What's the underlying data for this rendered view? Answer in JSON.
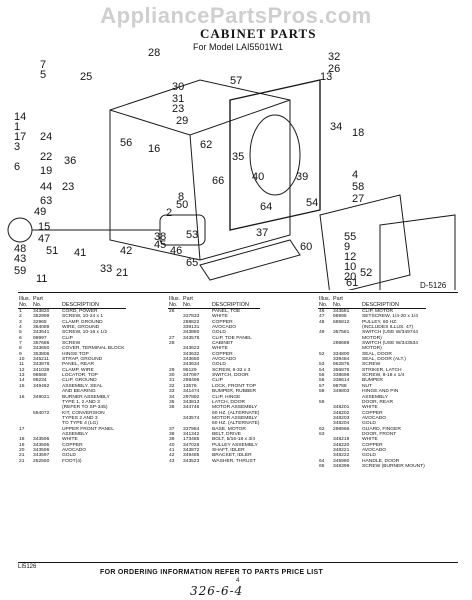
{
  "watermark": "AppliancePartsPros.com",
  "title": "CABINET PARTS",
  "subtitle": "For Model LAI5501W1",
  "figure_code": "D-5126",
  "callouts": [
    "28",
    "7",
    "5",
    "25",
    "30",
    "31",
    "23",
    "29",
    "32",
    "13",
    "26",
    "57",
    "14",
    "34",
    "1",
    "17",
    "16",
    "3",
    "22",
    "36",
    "19",
    "18",
    "62",
    "4",
    "66",
    "56",
    "58",
    "27",
    "6",
    "23",
    "49",
    "8",
    "50",
    "2",
    "15",
    "48",
    "38",
    "45",
    "47",
    "51",
    "37",
    "43",
    "65",
    "60",
    "55",
    "9",
    "12",
    "33",
    "21",
    "11",
    "59",
    "10",
    "20",
    "52",
    "64",
    "54",
    "53",
    "40",
    "41",
    "42",
    "46",
    "39",
    "44",
    "35",
    "61",
    "24",
    "63"
  ],
  "headers": {
    "illus": "Illus.",
    "no": "No.",
    "part": "Part",
    "part_no": "No.",
    "desc": "DESCRIPTION"
  },
  "col1": [
    [
      "1",
      "343820",
      "CORD, POWER"
    ],
    [
      "2",
      "352999",
      "SCREW, 10-24 x 1"
    ],
    [
      "3",
      "32965",
      "CLAMP, GROUND"
    ],
    [
      "4",
      "364089",
      "WIRE, GROUND"
    ],
    [
      "5",
      "343641",
      "SCREW, 10-16 x 1/2"
    ],
    [
      "6",
      "98997",
      "CLIP"
    ],
    [
      "7",
      "357686",
      "SCREW"
    ],
    [
      "8",
      "343650",
      "COVER, TERMINAL BLOCK"
    ],
    [
      "9",
      "353806",
      "HINGE TOP"
    ],
    [
      "10",
      "345211",
      "STRAP, GROUND"
    ],
    [
      "11",
      "343878",
      "PANEL, REAR"
    ],
    [
      "12",
      "341039",
      "CLAMP, WIRE"
    ],
    [
      "13",
      "98668",
      "LOCATOR, TOP"
    ],
    [
      "14",
      "98234",
      "CLIP, GROUND"
    ],
    [
      "15",
      "349462",
      "ASSEMBLY, SEAL"
    ],
    [
      "",
      "",
      "AND BEARING"
    ],
    [
      "16",
      "349021",
      "BURNER ASSEMBLY"
    ],
    [
      "",
      "",
      "TYPE 1, 2 AND 3"
    ],
    [
      "",
      "",
      "(REFER TO SP-345)"
    ],
    [
      "",
      "594072",
      "KIT, CONVERSION"
    ],
    [
      "",
      "",
      "TYPES 2 AND 3"
    ],
    [
      "",
      "",
      "TO TYPE 4 (LG)"
    ],
    [
      "17",
      "",
      "UPPER FRONT PANEL"
    ],
    [
      "",
      "",
      "ASSEMBLY"
    ],
    [
      "18",
      "343596",
      "WHITE"
    ],
    [
      "19",
      "343595",
      "COPPER"
    ],
    [
      "20",
      "343596",
      "AVOCADO"
    ],
    [
      "21",
      "343597",
      "GOLD"
    ],
    [
      "21",
      "252550",
      "FOOT(4)"
    ]
  ],
  "col2": [
    [
      "26",
      "",
      "PANEL, TOE"
    ],
    [
      "",
      "337833",
      "WHITE"
    ],
    [
      "",
      "298822",
      "COPPER"
    ],
    [
      "",
      "339131",
      "AVOCADO"
    ],
    [
      "",
      "343880",
      "GOLD"
    ],
    [
      "27",
      "343578",
      "CLIP, TOE PANEL"
    ],
    [
      "28",
      "",
      "CABINET"
    ],
    [
      "",
      "343623",
      "WHITE"
    ],
    [
      "",
      "343632",
      "COPPER"
    ],
    [
      "",
      "343650",
      "AVOCADO"
    ],
    [
      "",
      "343634",
      "GOLD"
    ],
    [
      "29",
      "95129",
      "SCREW, 6-32 x 3"
    ],
    [
      "30",
      "347097",
      "SWITCH, DOOR"
    ],
    [
      "31",
      "298496",
      "CLIP"
    ],
    [
      "32",
      "13576",
      "LOCK, FRONT TOP"
    ],
    [
      "33",
      "341474",
      "BUMPER, RUBBER"
    ],
    [
      "34",
      "297892",
      "CLIP, HINGE"
    ],
    [
      "35",
      "343813",
      "LATCH, DOOR"
    ],
    [
      "36",
      "344746",
      "MOTOR ASSEMBLY"
    ],
    [
      "",
      "",
      "60 HZ. (ALTERNATE)"
    ],
    [
      "",
      "343574",
      "MOTOR ASSEMBLY"
    ],
    [
      "",
      "",
      "60 HZ. (ALTERNATE)"
    ],
    [
      "37",
      "337984",
      "BASE, MOTOR"
    ],
    [
      "38",
      "341342",
      "BELT, DRIVE"
    ],
    [
      "39",
      "173485",
      "BOLT, 5/16-18 x 3/4"
    ],
    [
      "40",
      "347026",
      "PULLEY ASSEMBLY"
    ],
    [
      "41",
      "343872",
      "SHAFT, IDLER"
    ],
    [
      "42",
      "349485",
      "BRACKET, IDLER"
    ],
    [
      "43",
      "343523",
      "WASHER, THRUST"
    ]
  ],
  "col3": [
    [
      "46",
      "343581",
      "CLIP, MOTOR"
    ],
    [
      "47",
      "98995",
      "SETSCREW, 1/4-20 x 1/4"
    ],
    [
      "48",
      "685812",
      "PULLEY, 60 HZ."
    ],
    [
      "",
      "",
      "(INCLUDES ILLUS. 47)"
    ],
    [
      "49",
      "357581",
      "SWITCH (USE W/349744"
    ],
    [
      "",
      "",
      "MOTOR)"
    ],
    [
      "",
      "298689",
      "SWITCH (USE W/343534"
    ],
    [
      "",
      "",
      "MOTOR)"
    ],
    [
      "52",
      "334800",
      "SEAL, DOOR"
    ],
    [
      "",
      "339484",
      "SEAL, DOOR (ALT.)"
    ],
    [
      "53",
      "962876",
      "SCREW"
    ],
    [
      "54",
      "356876",
      "STRIKER, LATCH"
    ],
    [
      "55",
      "338698",
      "SCREW, 8-18 x 1/4"
    ],
    [
      "56",
      "338614",
      "BUMPER"
    ],
    [
      "57",
      "98788",
      "NUT"
    ],
    [
      "58",
      "349803",
      "HINGE AND PIN"
    ],
    [
      "",
      "",
      "ASSEMBLY"
    ],
    [
      "59",
      "",
      "DOOR, REAR"
    ],
    [
      "",
      "348201",
      "WHITE"
    ],
    [
      "",
      "348202",
      "COPPER"
    ],
    [
      "",
      "348203",
      "AVOCADO"
    ],
    [
      "",
      "348204",
      "GOLD"
    ],
    [
      "62",
      "298966",
      "GUARD, FINGER"
    ],
    [
      "63",
      "",
      "DOOR, FRONT"
    ],
    [
      "",
      "348219",
      "WHITE"
    ],
    [
      "",
      "348220",
      "COPPER"
    ],
    [
      "",
      "348221",
      "AVOCADO"
    ],
    [
      "",
      "348222",
      "GOLD"
    ],
    [
      "64",
      "345980",
      "HANDLE, DOOR"
    ],
    [
      "65",
      "348396",
      "SCREW (BURNER MOUNT)"
    ]
  ],
  "footer": "FOR ORDERING INFORMATION REFER TO PARTS PRICE LIST",
  "page_number": "4",
  "doc_code": "LI5126",
  "handwritten": "326-6-4"
}
